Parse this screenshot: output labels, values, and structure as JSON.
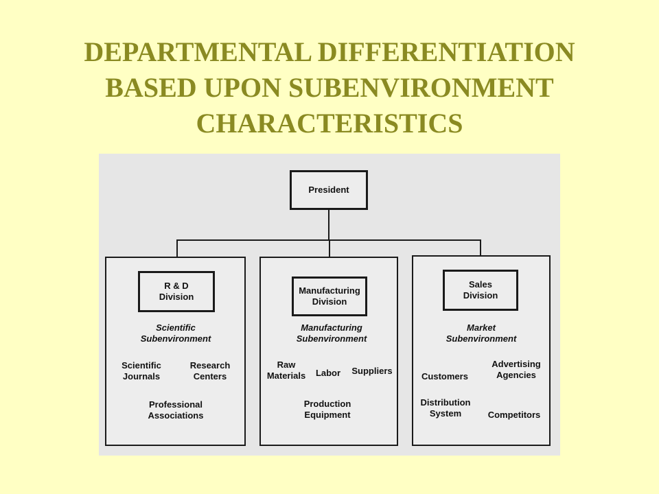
{
  "title": {
    "lines": [
      "DEPARTMENTAL DIFFERENTIATION",
      "BASED UPON SUBENVIRONMENT",
      "CHARACTERISTICS"
    ]
  },
  "diagram": {
    "president": "President",
    "divisions": [
      {
        "name_line1": "R & D",
        "name_line2": "Division",
        "env_line1": "Scientific",
        "env_line2": "Subenvironment",
        "items": {
          "scientific_journals_1": "Scientific",
          "scientific_journals_2": "Journals",
          "research_centers_1": "Research",
          "research_centers_2": "Centers",
          "professional_associations_1": "Professional",
          "professional_associations_2": "Associations"
        }
      },
      {
        "name_line1": "Manufacturing",
        "name_line2": "Division",
        "env_line1": "Manufacturing",
        "env_line2": "Subenvironment",
        "items": {
          "raw_materials_1": "Raw",
          "raw_materials_2": "Materials",
          "labor": "Labor",
          "suppliers": "Suppliers",
          "production_equipment_1": "Production",
          "production_equipment_2": "Equipment"
        }
      },
      {
        "name_line1": "Sales",
        "name_line2": "Division",
        "env_line1": "Market",
        "env_line2": "Subenvironment",
        "items": {
          "customers": "Customers",
          "advertising_agencies_1": "Advertising",
          "advertising_agencies_2": "Agencies",
          "distribution_system_1": "Distribution",
          "distribution_system_2": "System",
          "competitors": "Competitors"
        }
      }
    ]
  }
}
